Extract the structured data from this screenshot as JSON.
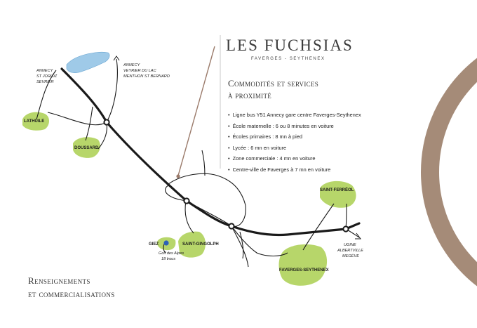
{
  "brand": {
    "title": "LES FUCHSIAS",
    "subtitle": "FAVERGES - SEYTHENEX"
  },
  "services": {
    "title_line1": "Commodités et services",
    "title_line2": "à proximité",
    "items": [
      "Ligne bus Y51 Annecy gare centre Faverges-Seythenex",
      "École maternelle : 6 ou 8 minutes en voiture",
      "Écoles primaires : 8 mn à pied",
      "Lycée : 6 mn en voiture",
      "Zone commerciale : 4 mn en voiture",
      "Centre-ville de Faverges à 7 mn en voiture"
    ]
  },
  "contact": {
    "line1": "Renseignements",
    "line2": "et commercialisations"
  },
  "map": {
    "annecy_left": [
      "ANNECY",
      "ST JORIOZ",
      "SEVRIER"
    ],
    "annecy_right": [
      "ANNECY",
      "VEYRIER DU LAC",
      "MENTHON ST BERNARD"
    ],
    "towns": {
      "lathuile": "LATHUILE",
      "doussard": "DOUSSARD",
      "giez": "GIEZ",
      "saint_gingolph": "SAINT-GINGOLPH",
      "faverges": "FAVERGES-SEYTHENEX",
      "saint_ferreol": "SAINT-FERRÉOL"
    },
    "golf": [
      "Golf des Alpes",
      "18 trous"
    ],
    "ugine": [
      "UGINE",
      "ALBERTVILLE",
      "MEGÈVE"
    ]
  },
  "colors": {
    "brand_ring": "#a58b78",
    "pointer": "#9b7b6b",
    "zone_green": "#b7d66a",
    "lake_blue": "#9fcae8",
    "road": "#1a1a1a"
  }
}
